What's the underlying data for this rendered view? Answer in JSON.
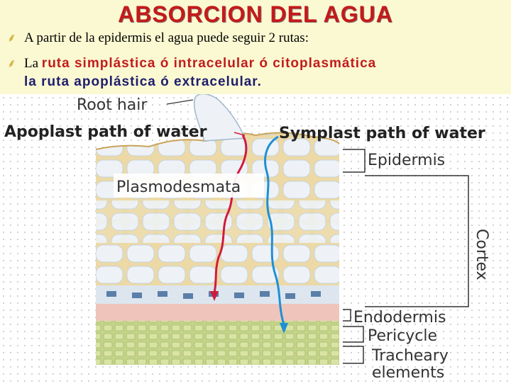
{
  "slide": {
    "title": "ABSORCION DEL AGUA",
    "bullet_icon": "leaf-bullet-icon",
    "bullet1": {
      "text": "A partir de la epidermis el agua puede seguir 2 rutas:"
    },
    "bullet2": {
      "prefix": "La ",
      "highlight": "ruta simplástica ó intracelular ó citoplasmática",
      "line2": "la ruta apoplástica ó extracelular."
    },
    "colors": {
      "header_bg": "#fbf9d2",
      "title": "#c41a1a",
      "apoplast_path": "#d11b3c",
      "symplast_path": "#1f8fd6",
      "endodermis": "#5a7fa8",
      "pericycle": "#e8b0a8",
      "xylem": "#b8cc7a"
    }
  },
  "figure": {
    "label_root_hair": "Root hair",
    "label_apoplast": "Apoplast path of water",
    "label_symplast": "Symplast path of water",
    "label_plasmodesmata": "Plasmodesmata",
    "label_epidermis": "Epidermis",
    "label_cortex": "Cortex",
    "label_endodermis": "Endodermis",
    "label_pericycle": "Pericycle",
    "label_tracheary_1": "Tracheary",
    "label_tracheary_2": "elements"
  }
}
